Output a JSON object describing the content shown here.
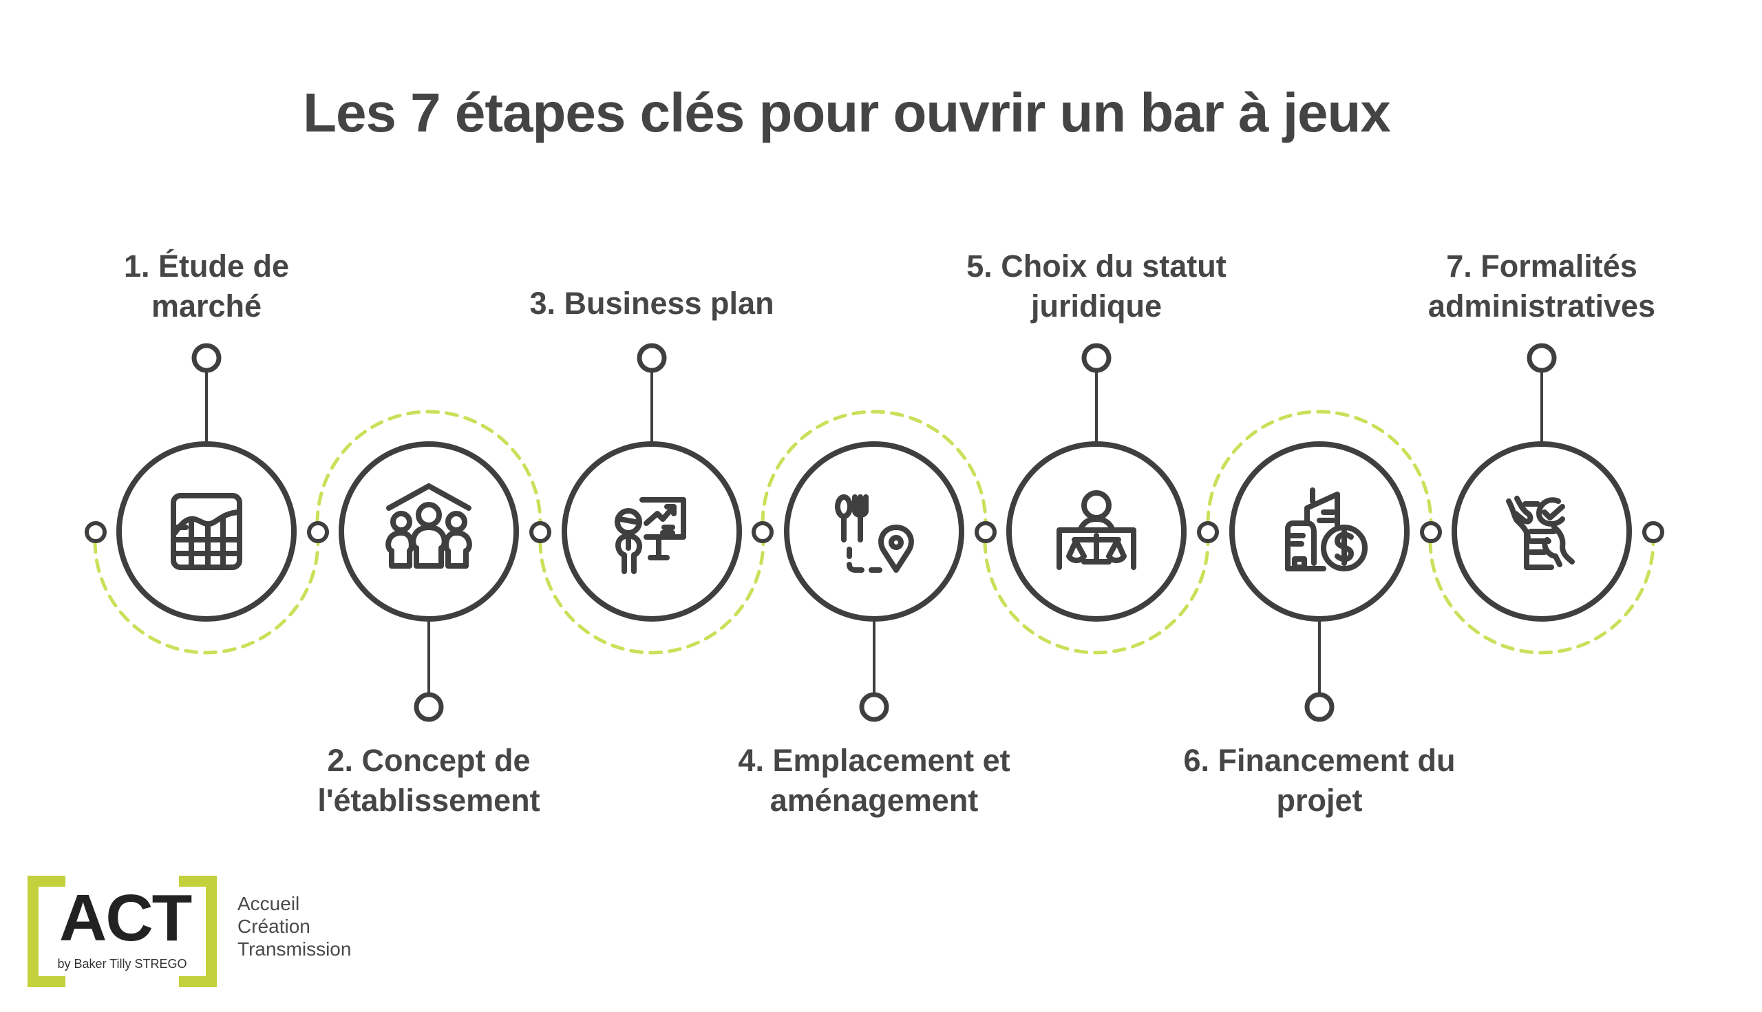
{
  "title": "Les 7 étapes clés pour ouvrir un bar à jeux",
  "colors": {
    "line": "#3f3f3f",
    "accent_dash": "#cbe05a",
    "logo_bracket": "#c2d13c",
    "text": "#444444"
  },
  "steps": [
    {
      "number": 1,
      "lines": [
        "1. Étude de",
        "marché"
      ],
      "icon": "market-chart-icon",
      "position": "top"
    },
    {
      "number": 2,
      "lines": [
        "2. Concept de",
        "l'établissement"
      ],
      "icon": "people-house-icon",
      "position": "bottom"
    },
    {
      "number": 3,
      "lines": [
        "3. Business plan"
      ],
      "icon": "presentation-icon",
      "position": "top"
    },
    {
      "number": 4,
      "lines": [
        "4. Emplacement et",
        "aménagement"
      ],
      "icon": "location-restaurant-icon",
      "position": "bottom"
    },
    {
      "number": 5,
      "lines": [
        "5. Choix du statut",
        "juridique"
      ],
      "icon": "legal-scales-icon",
      "position": "top"
    },
    {
      "number": 6,
      "lines": [
        "6. Financement du",
        "projet"
      ],
      "icon": "building-money-icon",
      "position": "bottom"
    },
    {
      "number": 7,
      "lines": [
        "7. Formalités",
        "administratives"
      ],
      "icon": "checklist-document-icon",
      "position": "top"
    }
  ],
  "logo": {
    "name": "ACT",
    "subtitle": "by Baker Tilly STREGO",
    "tagline": [
      "Accueil",
      "Création",
      "Transmission"
    ]
  }
}
